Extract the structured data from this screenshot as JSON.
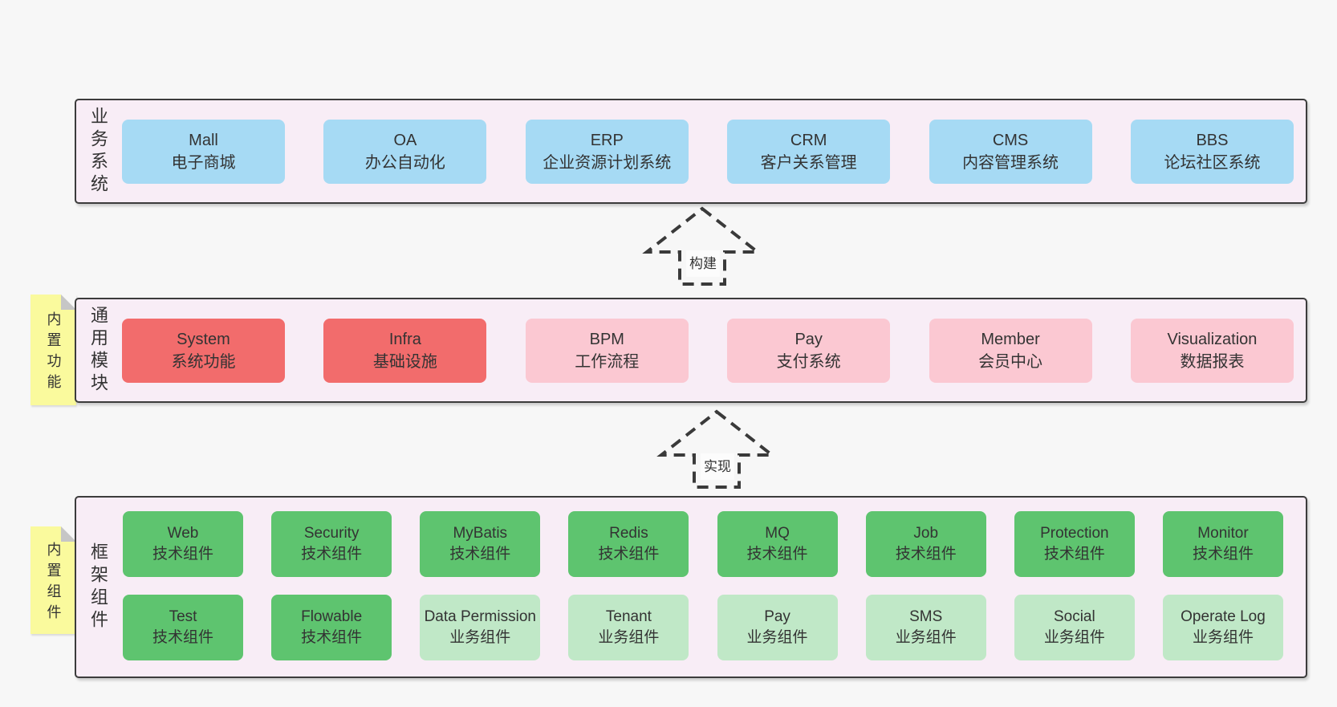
{
  "colors": {
    "page_bg": "#f7f7f7",
    "container_bg": "#f8edf6",
    "container_border": "#3c3c3c",
    "blue": "#a6daf4",
    "red": "#f26c6c",
    "pink": "#fbc8d2",
    "green_dark": "#5ec46f",
    "green_light": "#c0e8c7",
    "yellow_note": "#fafa9d",
    "text": "#333333"
  },
  "arrows": [
    {
      "label": "构建"
    },
    {
      "label": "实现"
    }
  ],
  "layers": [
    {
      "label": "业务系统",
      "boxes": [
        {
          "name": "Mall",
          "desc": "电子商城",
          "variant": "blue"
        },
        {
          "name": "OA",
          "desc": "办公自动化",
          "variant": "blue"
        },
        {
          "name": "ERP",
          "desc": "企业资源计划系统",
          "variant": "blue"
        },
        {
          "name": "CRM",
          "desc": "客户关系管理",
          "variant": "blue"
        },
        {
          "name": "CMS",
          "desc": "内容管理系统",
          "variant": "blue"
        },
        {
          "name": "BBS",
          "desc": "论坛社区系统",
          "variant": "blue"
        }
      ]
    },
    {
      "label": "通用模块",
      "note": "内置功能",
      "boxes": [
        {
          "name": "System",
          "desc": "系统功能",
          "variant": "red"
        },
        {
          "name": "Infra",
          "desc": "基础设施",
          "variant": "red"
        },
        {
          "name": "BPM",
          "desc": "工作流程",
          "variant": "pink"
        },
        {
          "name": "Pay",
          "desc": "支付系统",
          "variant": "pink"
        },
        {
          "name": "Member",
          "desc": "会员中心",
          "variant": "pink"
        },
        {
          "name": "Visualization",
          "desc": "数据报表",
          "variant": "pink"
        }
      ]
    },
    {
      "label": "框架组件",
      "note": "内置组件",
      "rows": [
        {
          "boxes": [
            {
              "name": "Web",
              "desc": "技术组件",
              "variant": "green-dark"
            },
            {
              "name": "Security",
              "desc": "技术组件",
              "variant": "green-dark"
            },
            {
              "name": "MyBatis",
              "desc": "技术组件",
              "variant": "green-dark"
            },
            {
              "name": "Redis",
              "desc": "技术组件",
              "variant": "green-dark"
            },
            {
              "name": "MQ",
              "desc": "技术组件",
              "variant": "green-dark"
            },
            {
              "name": "Job",
              "desc": "技术组件",
              "variant": "green-dark"
            },
            {
              "name": "Protection",
              "desc": "技术组件",
              "variant": "green-dark"
            },
            {
              "name": "Monitor",
              "desc": "技术组件",
              "variant": "green-dark"
            }
          ]
        },
        {
          "boxes": [
            {
              "name": "Test",
              "desc": "技术组件",
              "variant": "green-dark"
            },
            {
              "name": "Flowable",
              "desc": "技术组件",
              "variant": "green-dark"
            },
            {
              "name": "Data Permission",
              "desc": "业务组件",
              "variant": "green-light"
            },
            {
              "name": "Tenant",
              "desc": "业务组件",
              "variant": "green-light"
            },
            {
              "name": "Pay",
              "desc": "业务组件",
              "variant": "green-light"
            },
            {
              "name": "SMS",
              "desc": "业务组件",
              "variant": "green-light"
            },
            {
              "name": "Social",
              "desc": "业务组件",
              "variant": "green-light"
            },
            {
              "name": "Operate Log",
              "desc": "业务组件",
              "variant": "green-light"
            }
          ]
        }
      ]
    }
  ]
}
